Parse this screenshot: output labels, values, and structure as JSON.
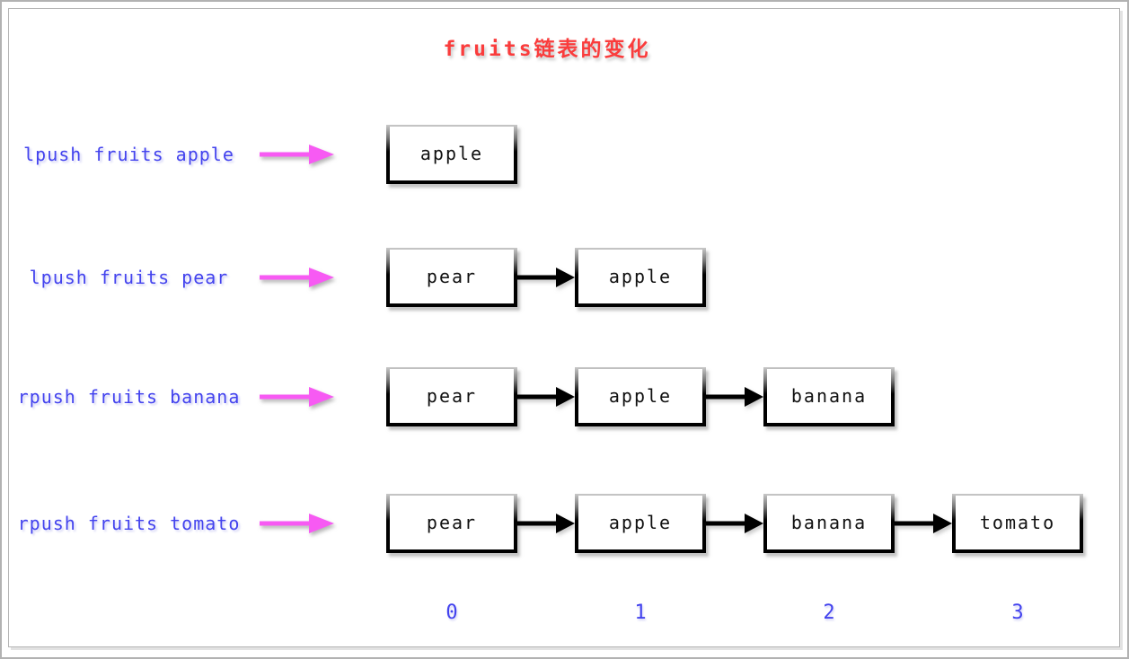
{
  "title": {
    "text": "fruits链表的变化"
  },
  "rows": [
    {
      "command": "lpush fruits apple",
      "nodes": [
        "apple"
      ]
    },
    {
      "command": "lpush fruits pear",
      "nodes": [
        "pear",
        "apple"
      ]
    },
    {
      "command": "rpush fruits banana",
      "nodes": [
        "pear",
        "apple",
        "banana"
      ]
    },
    {
      "command": "rpush fruits tomato",
      "nodes": [
        "pear",
        "apple",
        "banana",
        "tomato"
      ]
    }
  ],
  "indices": [
    "0",
    "1",
    "2",
    "3"
  ],
  "colors": {
    "title_red": "#fa3c3c",
    "command_blue": "#4343ee",
    "index_blue": "#4343ee",
    "arrow_pink": "#f75af3",
    "arrow_black": "#000000",
    "node_border_light": "#c8c8c8",
    "node_border_dark": "#000000",
    "frame_gray": "#b4b4b4"
  }
}
